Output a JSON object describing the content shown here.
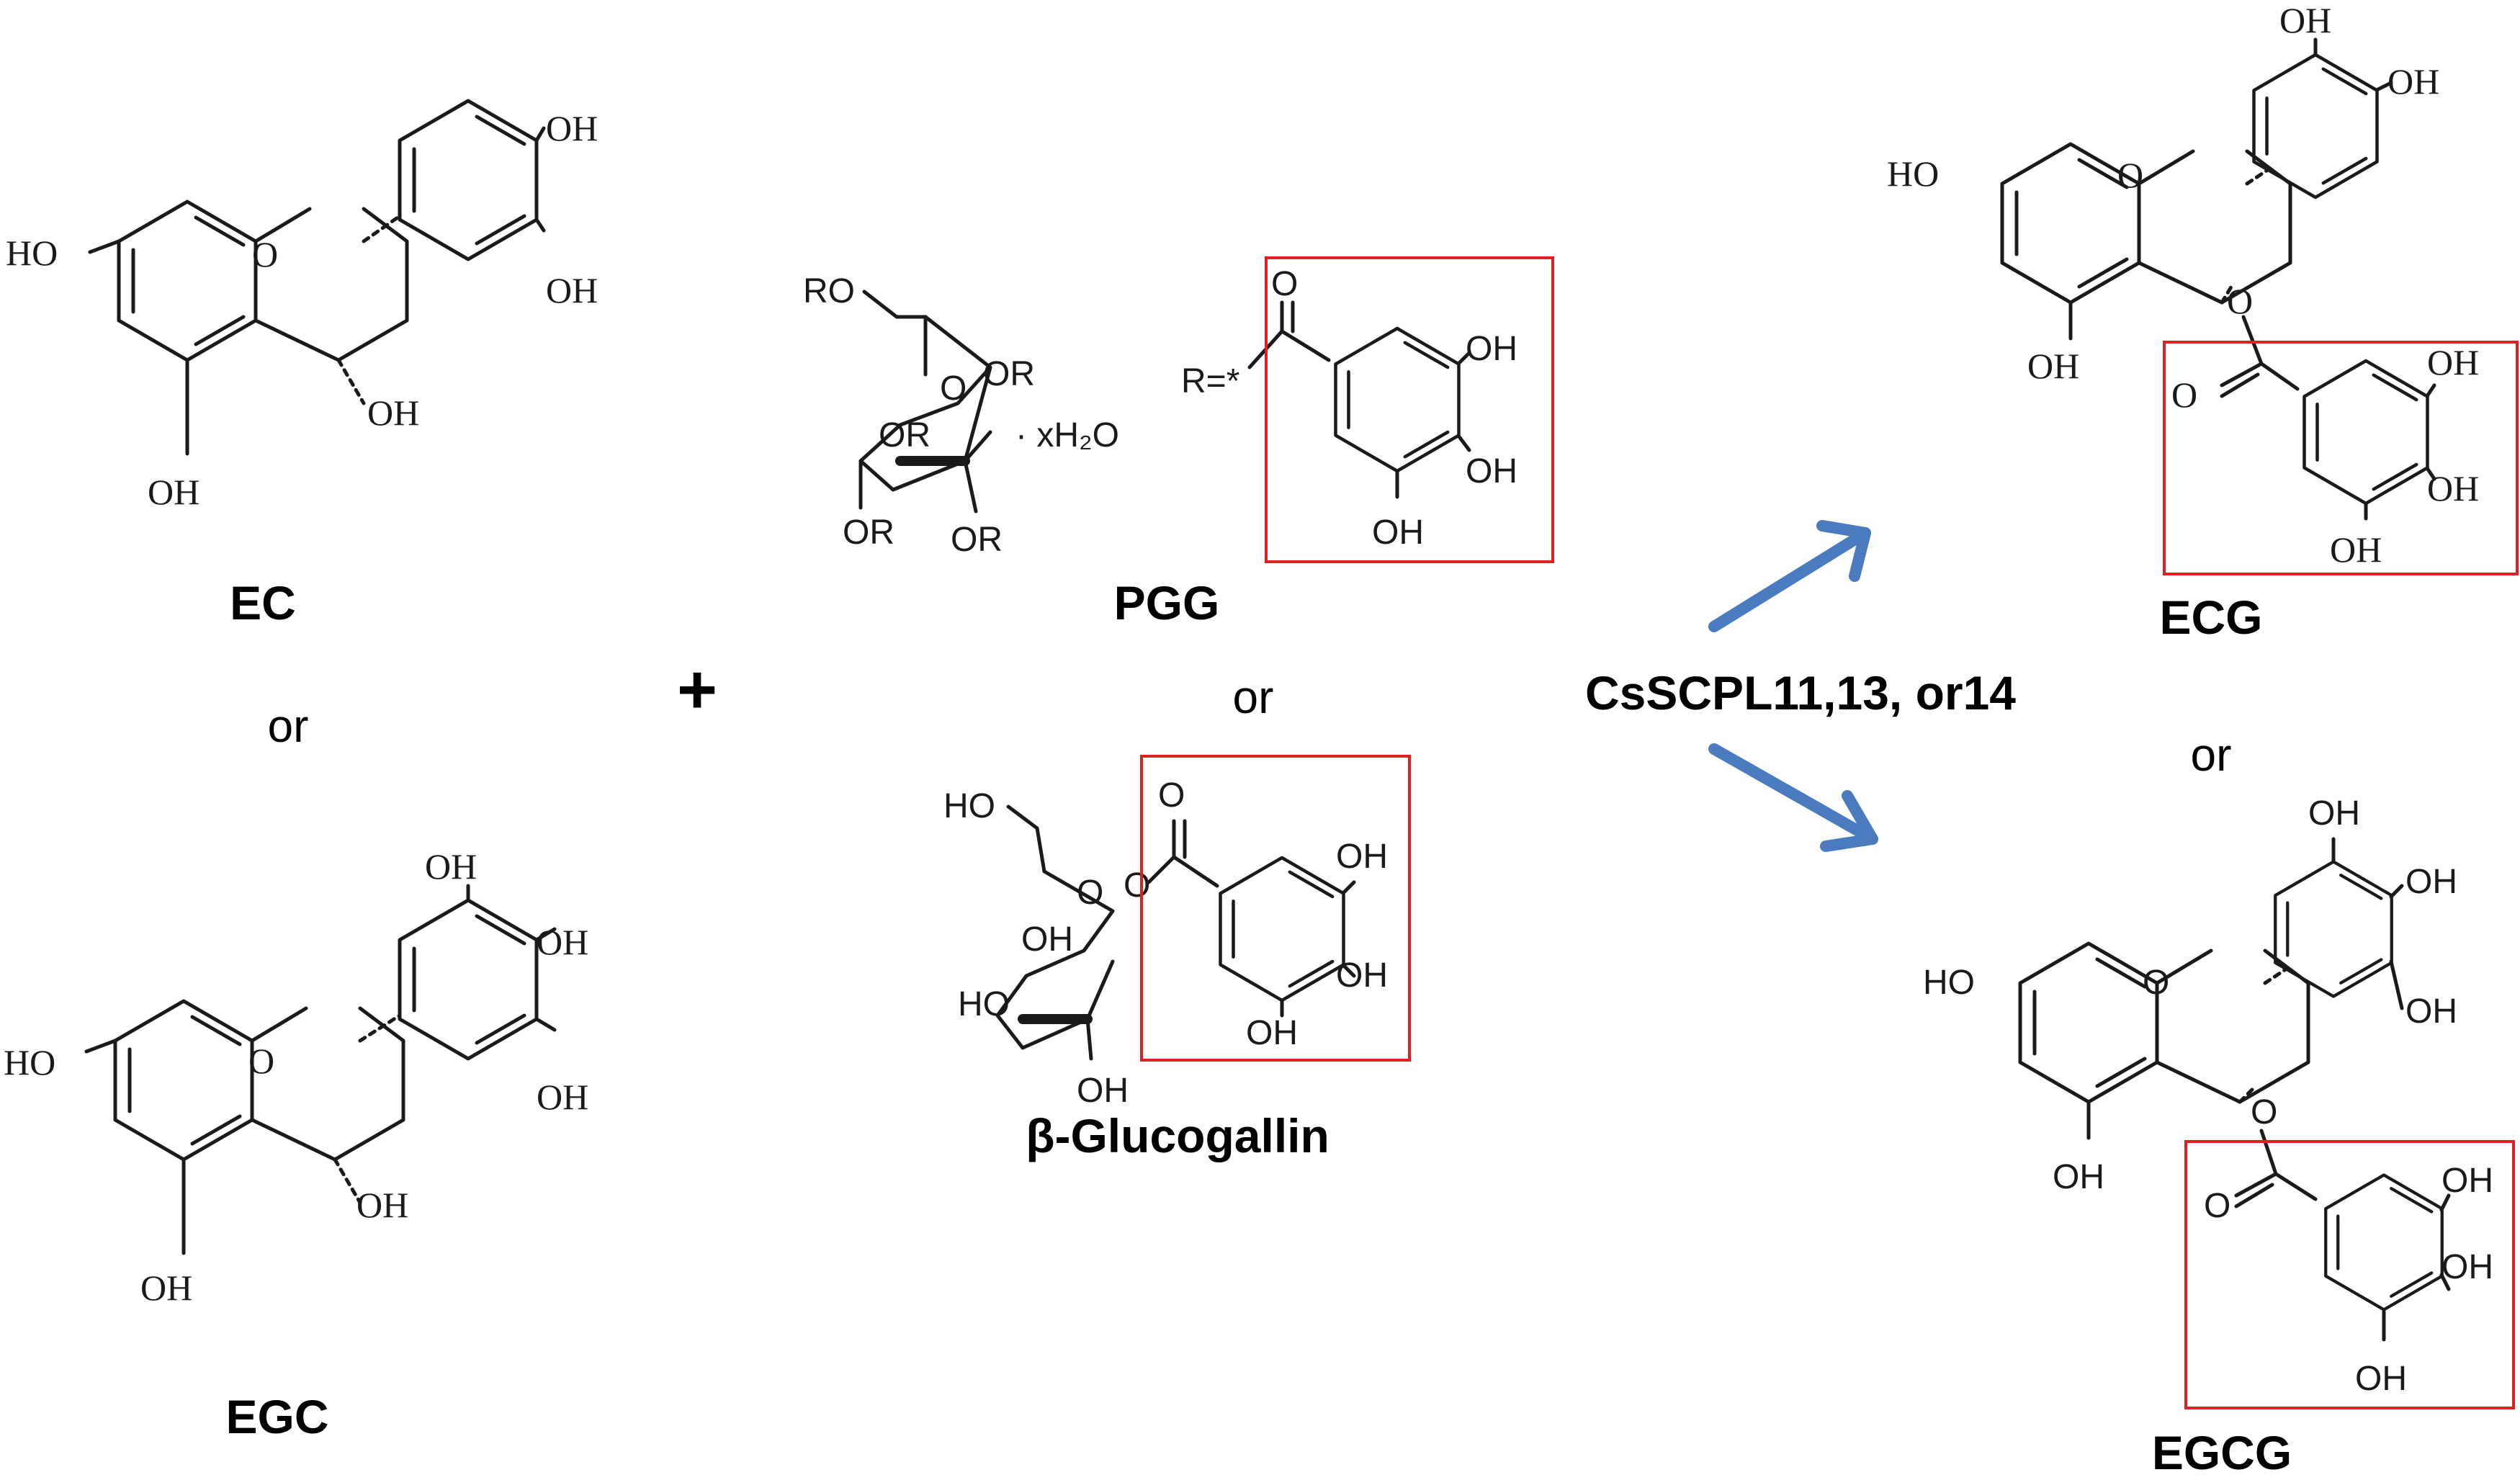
{
  "reactants_left": {
    "ec_label": "EC",
    "or_left": "or",
    "egc_label": "EGC"
  },
  "plus_sign": "+",
  "acyl_donors": {
    "pgg_label": "PGG",
    "pgg_hydrate": "· xH₂O",
    "pgg_r_def": "R=*",
    "or_middle": "or",
    "glucogallin_label": "β-Glucogallin"
  },
  "enzyme_label": "CsSCPL11,13, or14",
  "products": {
    "ecg_label": "ECG",
    "or_right": "or",
    "egcg_label": "EGCG"
  },
  "atoms": {
    "oh": "OH",
    "ho": "HO",
    "o": "O",
    "ro": "RO",
    "or": "OR"
  },
  "colors": {
    "highlight_box": "#e02020",
    "arrow": "#4a7bbf"
  }
}
